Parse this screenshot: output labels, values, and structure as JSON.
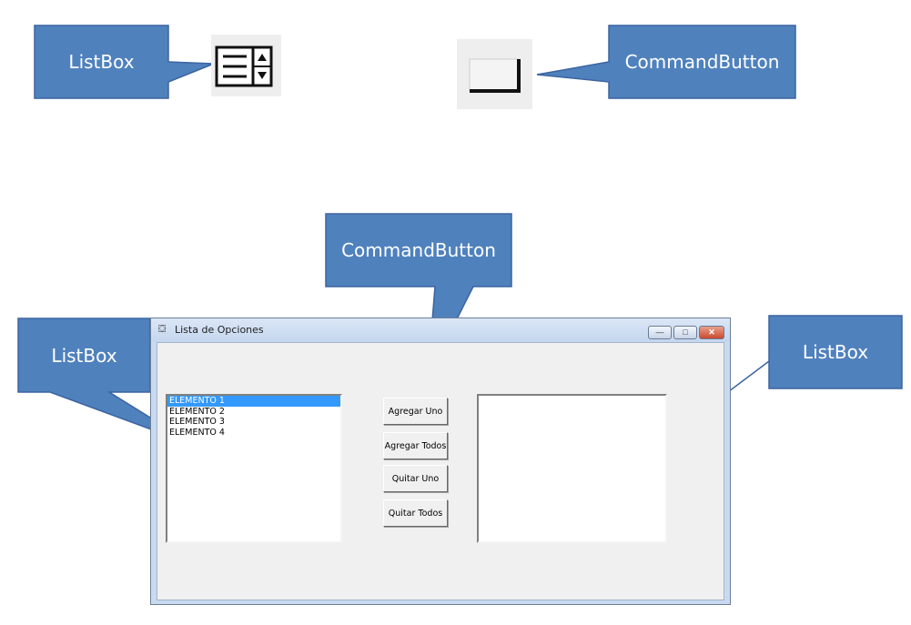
{
  "callouts": {
    "top_left": "ListBox",
    "top_right": "CommandButton",
    "mid_top": "CommandButton",
    "mid_left": "ListBox",
    "mid_right": "ListBox"
  },
  "callout_color": "#4f81bd",
  "toolbox": {
    "listbox_icon": "listbox-tool-icon",
    "commandbutton_icon": "commandbutton-tool-icon"
  },
  "window": {
    "title": "Lista de Opciones",
    "controls": {
      "minimize": "—",
      "maximize": "□",
      "close": "✕"
    }
  },
  "list_left": {
    "items": [
      "ELEMENTO 1",
      "ELEMENTO 2",
      "ELEMENTO 3",
      "ELEMENTO 4"
    ],
    "selected_index": 0
  },
  "list_right": {
    "items": []
  },
  "buttons": {
    "add_one": "Agregar Uno",
    "add_all": "Agregar Todos",
    "remove_one": "Quitar Uno",
    "remove_all": "Quitar Todos"
  }
}
